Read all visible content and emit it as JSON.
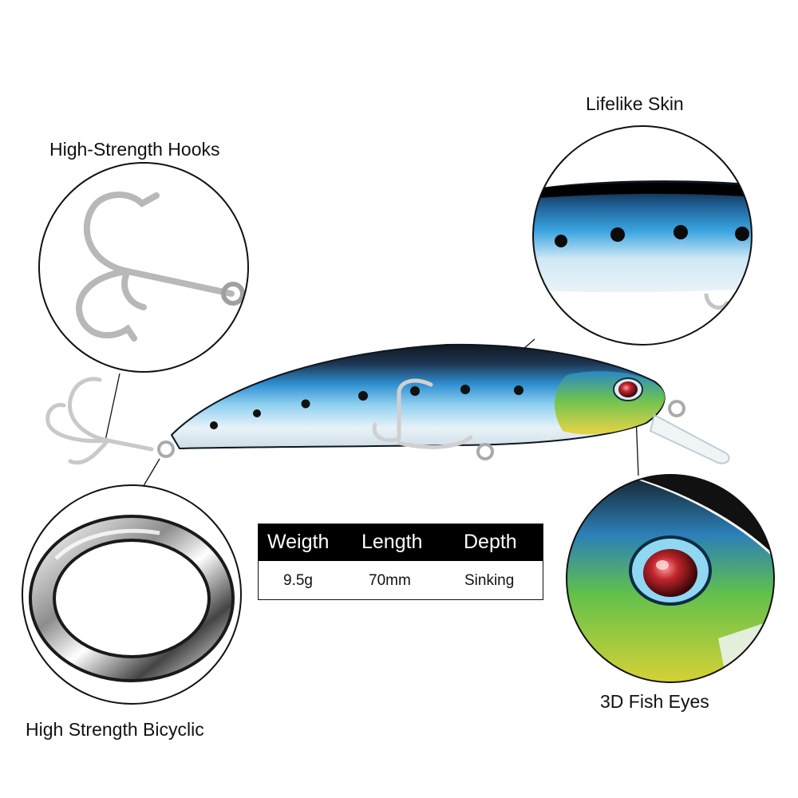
{
  "labels": {
    "hooks": "High-Strength Hooks",
    "skin": "Lifelike Skin",
    "ring": "High Strength Bicyclic",
    "eyes": "3D Fish Eyes"
  },
  "spec_table": {
    "headers": [
      "Weigth",
      "Length",
      "Depth"
    ],
    "values": [
      "9.5g",
      "70mm",
      "Sinking"
    ]
  },
  "colors": {
    "header_bg": "#000000",
    "lure_blue": "#2f8fd0",
    "lure_yellow": "#e8d23a",
    "lure_green": "#6cc24a",
    "eye_red": "#c0262b"
  }
}
